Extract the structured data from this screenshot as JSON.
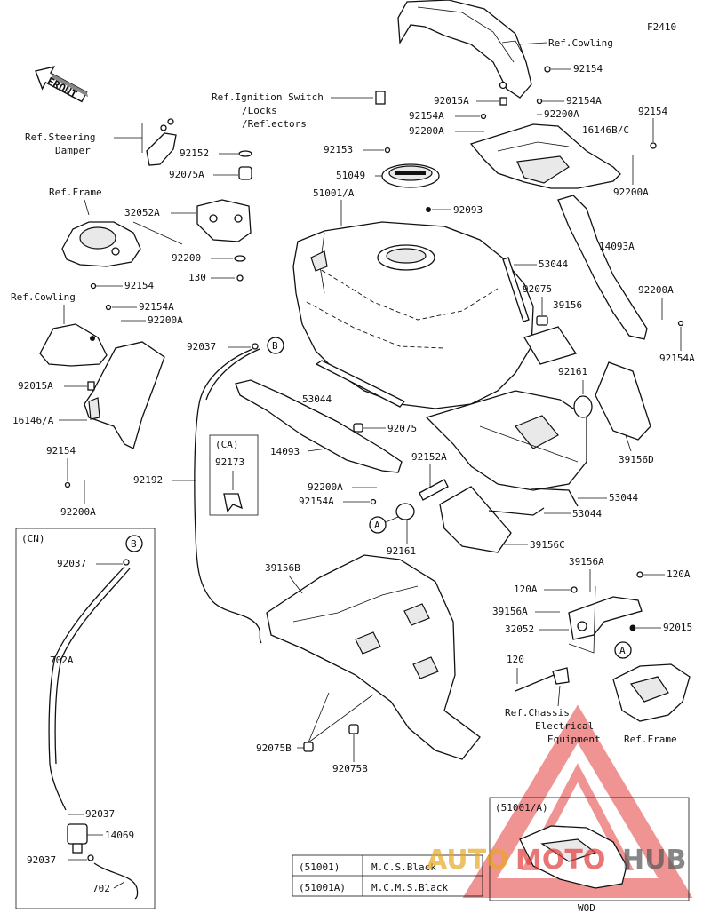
{
  "figure_code": "F2410",
  "front_label": "FRONT",
  "ca_label": "(CA)",
  "cn_label": "(CN)",
  "inset_label": "(51001/A)",
  "inset_caption": "WOD",
  "callouts": {
    "a": "A",
    "b": "B"
  },
  "refs": {
    "ignition": [
      "Ref.Ignition Switch",
      "/Locks",
      "/Reflectors"
    ],
    "steering": [
      "Ref.Steering",
      "Damper"
    ],
    "frame_left": "Ref.Frame",
    "cowling_left": "Ref.Cowling",
    "cowling_top": "Ref.Cowling",
    "chassis": [
      "Ref.Chassis",
      "Electrical",
      "Equipment"
    ],
    "frame_right": "Ref.Frame"
  },
  "parts": {
    "p92154_top": "92154",
    "p92015A_top": "92015A",
    "p92154A_t1": "92154A",
    "p92154A_t2": "92154A",
    "p92200A_t1": "92200A",
    "p92200A_t2": "92200A",
    "p92154_r": "92154",
    "p16146BC": "16146B/C",
    "p92200A_r": "92200A",
    "p92152": "92152",
    "p92075A": "92075A",
    "p92153": "92153",
    "p51049": "51049",
    "p51001A": "51001/A",
    "p92093": "92093",
    "p32052A": "32052A",
    "p92200": "92200",
    "p130": "130",
    "p14093A": "14093A",
    "p53044_a": "53044",
    "p92075_a": "92075",
    "p39156": "39156",
    "p92200A_r2": "92200A",
    "p92154A_r2": "92154A",
    "p92154_l": "92154",
    "p92154A_l": "92154A",
    "p92200A_l": "92200A",
    "p92037_a": "92037",
    "p92015A_l": "92015A",
    "p16146A": "16146/A",
    "p53044_b": "53044",
    "p92161_a": "92161",
    "p92075_b": "92075",
    "p39156D": "39156D",
    "p14093": "14093",
    "p92152A": "92152A",
    "p92154_l2": "92154",
    "p92192": "92192",
    "p92173": "92173",
    "p92200A_l2": "92200A",
    "p92200A_m": "92200A",
    "p92154A_m": "92154A",
    "p53044_c": "53044",
    "p53044_d": "53044",
    "p92161_b": "92161",
    "p39156C": "39156C",
    "p92037_b": "92037",
    "p39156B": "39156B",
    "p39156A_a": "39156A",
    "p120A_a": "120A",
    "p120A_b": "120A",
    "p39156A_b": "39156A",
    "p32052": "32052",
    "p92015": "92015",
    "p702A": "702A",
    "p120": "120",
    "p92075B_a": "92075B",
    "p92075B_b": "92075B",
    "p92037_c": "92037",
    "p14069": "14069",
    "p92037_d": "92037",
    "p702": "702"
  },
  "color_table": [
    {
      "code": "(51001)",
      "color": "M.C.S.Black"
    },
    {
      "code": "(51001A)",
      "color": "M.C.M.S.Black"
    }
  ],
  "watermark": {
    "prefix": "AUTO",
    "mid": "MOTO",
    "suffix": "HUB",
    "accent": "#e23b3b",
    "gold": "#e8a825"
  }
}
